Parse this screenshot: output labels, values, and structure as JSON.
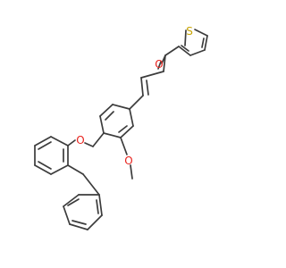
{
  "molecule": {
    "atoms": {
      "oxygen_carbonyl": "O",
      "sulfur_thiophene": "S",
      "oxygen_ether": "O",
      "oxygen_methoxy": "O"
    },
    "colors": {
      "bond": "#3c3c3c",
      "oxygen": "#e8231e",
      "sulfur": "#c8a400"
    }
  }
}
